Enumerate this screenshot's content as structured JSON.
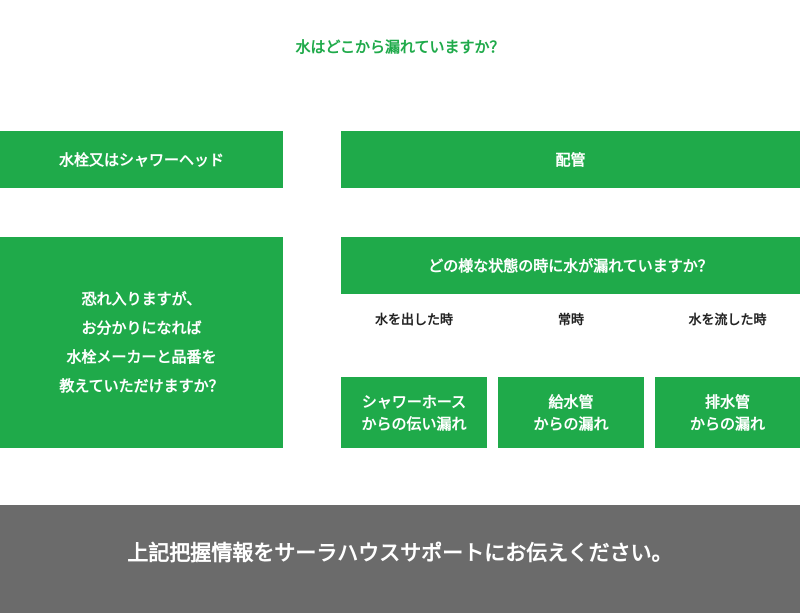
{
  "question": "水はどこから漏れていますか？",
  "left_top_box": "水栓又はシャワーヘッド",
  "right_top_box": "配管",
  "left_mid_box": {
    "lines": [
      "恐れ入りますが、",
      "お分かりになれば",
      "水栓メーカーと品番を",
      "教えていただけますか？"
    ]
  },
  "right_mid_box": "どの様な状態の時に水が漏れていますか？",
  "states": {
    "water_out": "水を出した時",
    "always": "常時",
    "water_flow": "水を流した時"
  },
  "bottom_boxes": {
    "shower_hose": {
      "line1": "シャワーホース",
      "line2": "からの伝い漏れ"
    },
    "supply_pipe": {
      "line1": "給水管",
      "line2": "からの漏れ"
    },
    "drain_pipe": {
      "line1": "排水管",
      "line2": "からの漏れ"
    }
  },
  "footer": "上記把握情報をサーラハウスサポートにお伝えください。",
  "colors": {
    "green": "#1faa4a",
    "footer_gray": "#6b6b6b"
  }
}
